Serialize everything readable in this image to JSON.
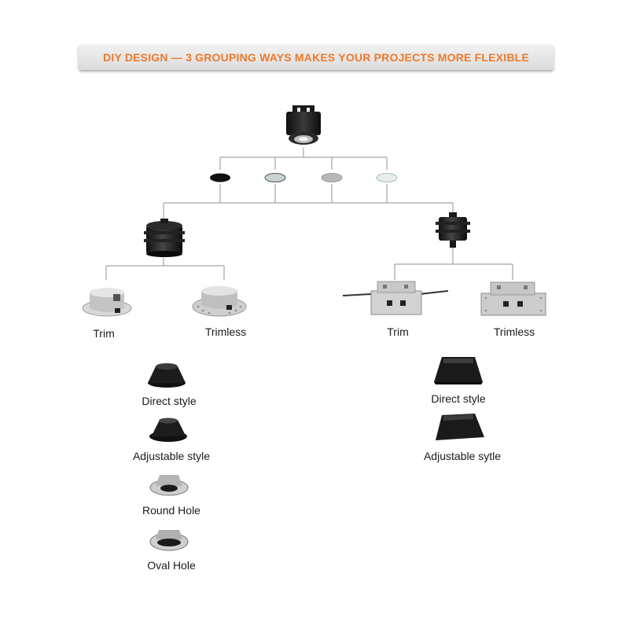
{
  "banner": {
    "title": "DIY DESIGN — 3 GROUPING WAYS MAKES YOUR PROJECTS MORE FLEXIBLE"
  },
  "colors": {
    "accent": "#ec7a2c",
    "connector": "#9e9e9e",
    "product_dark": "#1c1c1c",
    "product_light": "#c9c9c9"
  },
  "root": {
    "icon": "led-module-icon"
  },
  "lenses": [
    {
      "icon": "black-lens-icon"
    },
    {
      "icon": "clear-lens-icon"
    },
    {
      "icon": "frosted-lens-icon"
    },
    {
      "icon": "white-lens-icon"
    }
  ],
  "left_branch": {
    "housing_icon": "round-housing-icon",
    "trim": {
      "label": "Trim",
      "icon": "round-trim-fixture-icon"
    },
    "trimless": {
      "label": "Trimless",
      "icon": "round-trimless-fixture-icon"
    },
    "styles": [
      {
        "label": "Direct style",
        "icon": "direct-style-reflector-icon"
      },
      {
        "label": "Adjustable style",
        "icon": "adjustable-style-reflector-icon"
      },
      {
        "label": "Round Hole",
        "icon": "round-hole-trim-icon"
      },
      {
        "label": "Oval Hole",
        "icon": "oval-hole-trim-icon"
      }
    ]
  },
  "right_branch": {
    "housing_icon": "square-housing-icon",
    "trim": {
      "label": "Trim",
      "icon": "square-trim-fixture-icon"
    },
    "trimless": {
      "label": "Trimless",
      "icon": "square-trimless-fixture-icon"
    },
    "styles": [
      {
        "label": "Direct style",
        "icon": "square-direct-reflector-icon"
      },
      {
        "label": "Adjustable sytle",
        "icon": "square-adjustable-reflector-icon"
      }
    ]
  }
}
